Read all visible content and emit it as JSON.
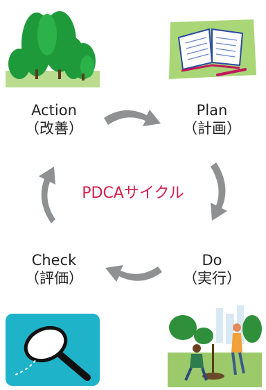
{
  "center_title": "PDCAサイクル",
  "stages": {
    "action": {
      "name": "Action",
      "sub": "（改善）"
    },
    "plan": {
      "name": "Plan",
      "sub": "（計画）"
    },
    "do": {
      "name": "Do",
      "sub": "（実行）"
    },
    "check": {
      "name": "Check",
      "sub": "（評価）"
    }
  },
  "colors": {
    "arrow": "#8e9091",
    "center_text": "#d41f4e",
    "tree_green": "#1f9a3a",
    "plan_bg": "#a9d676",
    "check_bg": "#1fb3c9"
  },
  "icons": {
    "action": "forest-icon",
    "plan": "open-book-icon",
    "check": "magnifier-icon",
    "do": "tree-planting-icon"
  }
}
